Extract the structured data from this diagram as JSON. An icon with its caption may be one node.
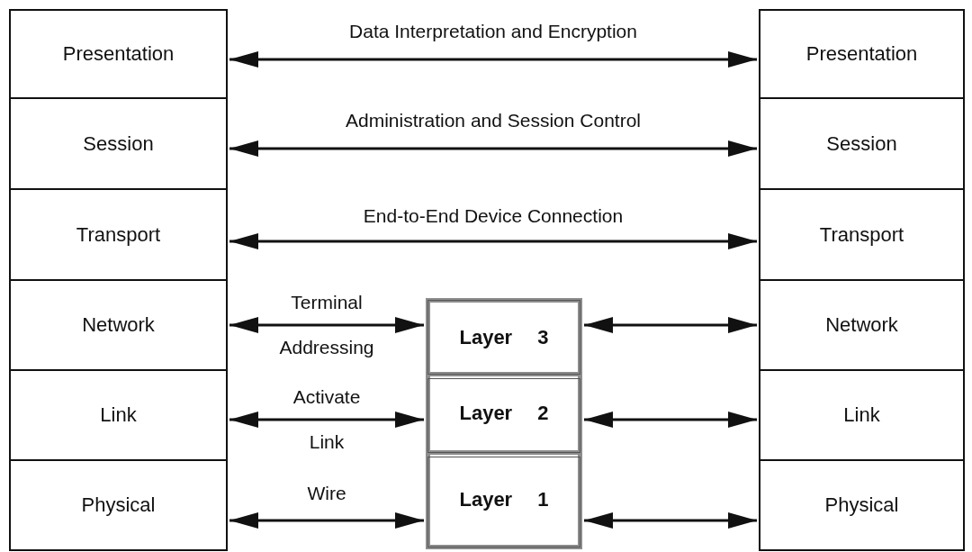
{
  "diagram": {
    "nodes": [
      {
        "text": [
          "Presentation"
        ]
      },
      {
        "text": [
          "Session"
        ]
      },
      {
        "text": [
          "Transport"
        ]
      },
      {
        "text": [
          "Network"
        ]
      },
      {
        "text": [
          "Link"
        ]
      },
      {
        "text": [
          "Physical"
        ]
      },
      {
        "text": [
          "Presentation"
        ]
      },
      {
        "text": [
          "Session"
        ]
      },
      {
        "text": [
          "Transport"
        ]
      },
      {
        "text": [
          "Network"
        ]
      },
      {
        "text": [
          "Link"
        ]
      },
      {
        "text": [
          "Physical"
        ]
      },
      {
        "text": [
          "Layer 3"
        ]
      },
      {
        "text": [
          "Layer 2"
        ]
      },
      {
        "text": [
          "Layer 1"
        ]
      }
    ],
    "edges": [
      {
        "from": 0,
        "to": 6,
        "arrow": "both",
        "label": "Data Interpretation and Encryption"
      },
      {
        "from": 1,
        "to": 7,
        "arrow": "both",
        "label": "Administration and Session Control"
      },
      {
        "from": 2,
        "to": 8,
        "arrow": "both",
        "label": "End-to-End Device Connection"
      },
      {
        "from": 3,
        "to": 12,
        "arrow": "both",
        "label": "Terminal Addressing"
      },
      {
        "from": 4,
        "to": 13,
        "arrow": "both",
        "label": "Activate Link"
      },
      {
        "from": 5,
        "to": 14,
        "arrow": "both",
        "label": "Wire"
      },
      {
        "from": 12,
        "to": 9,
        "arrow": "both"
      },
      {
        "from": 13,
        "to": 10,
        "arrow": "both"
      },
      {
        "from": 14,
        "to": 11,
        "arrow": "both"
      }
    ]
  }
}
